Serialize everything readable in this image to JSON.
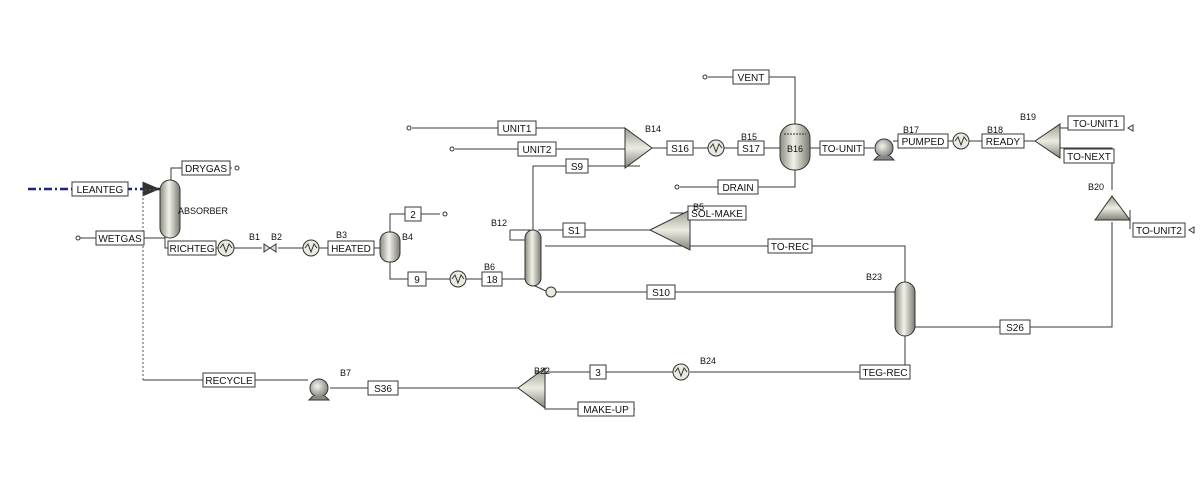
{
  "streams": {
    "leanteg": "LEANTEG",
    "wetgas": "WETGAS",
    "drygas": "DRYGAS",
    "richteg": "RICHTEG",
    "heated": "HEATED",
    "s2": "2",
    "s9": "9",
    "s18": "18",
    "s1": "S1",
    "s10": "S10",
    "unit1": "UNIT1",
    "unit2": "UNIT2",
    "s9b": "S9",
    "s16": "S16",
    "s17": "S17",
    "vent": "VENT",
    "drain": "DRAIN",
    "to_unit": "TO-UNIT",
    "pumped": "PUMPED",
    "ready": "READY",
    "to_unit1": "TO-UNIT1",
    "to_next": "TO-NEXT",
    "to_unit2": "TO-UNIT2",
    "sol_make": "SOL-MAKE",
    "to_rec": "TO-REC",
    "s26": "S26",
    "teg_rec": "TEG-REC",
    "s3": "3",
    "make_up": "MAKE-UP",
    "s36": "S36",
    "recycle": "RECYCLE"
  },
  "blocks": {
    "absorber": "ABSORBER",
    "b1": "B1",
    "b2": "B2",
    "b3": "B3",
    "b4": "B4",
    "b6": "B6",
    "b12": "B12",
    "b5": "B5",
    "b14": "B14",
    "b15": "B15",
    "b16": "B16",
    "b17": "B17",
    "b18": "B18",
    "b19": "B19",
    "b20": "B20",
    "b23": "B23",
    "b24": "B24",
    "b22": "B22",
    "b7": "B7"
  },
  "colors": {
    "feed_stream": "#1a237e",
    "line": "#3a3a3a",
    "equipment": "#e6e6d8"
  }
}
